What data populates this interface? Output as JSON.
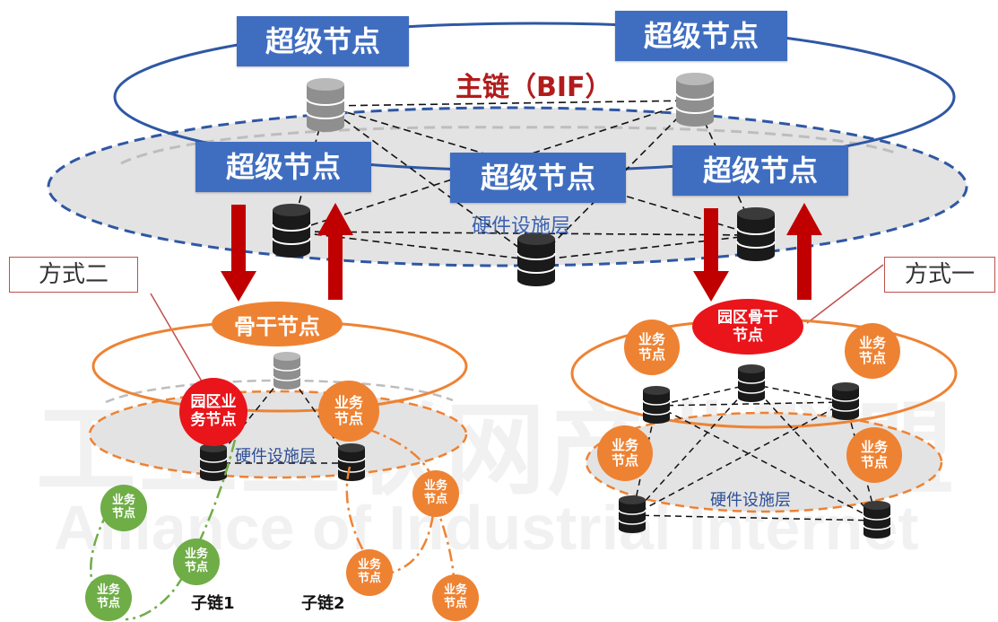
{
  "main_chain": {
    "label": "主链（BIF）",
    "super_node_label": "超级节点",
    "hardware_layer": "硬件设施层"
  },
  "methods": {
    "method_two": "方式二",
    "method_one": "方式一"
  },
  "left_cluster": {
    "backbone_node": "骨干节点",
    "park_business_node": "园区业\n务节点",
    "business_node": "业务\n节点",
    "hardware_layer": "硬件设施层",
    "sub_chain_1": "子链1",
    "sub_chain_2": "子链2"
  },
  "right_cluster": {
    "park_backbone_node": "园区骨干\n节点",
    "business_node": "业务\n节点",
    "hardware_layer": "硬件设施层"
  },
  "watermark": {
    "cn": "工业互联网产业联盟",
    "en": "Alliance of Industrial Internet"
  },
  "colors": {
    "super_node": "#3f6ec1",
    "ring_blue": "#2f57a4",
    "orange": "#ee8233",
    "green": "#6fad47",
    "red_node": "#e9151b",
    "arrow": "#c00000"
  }
}
